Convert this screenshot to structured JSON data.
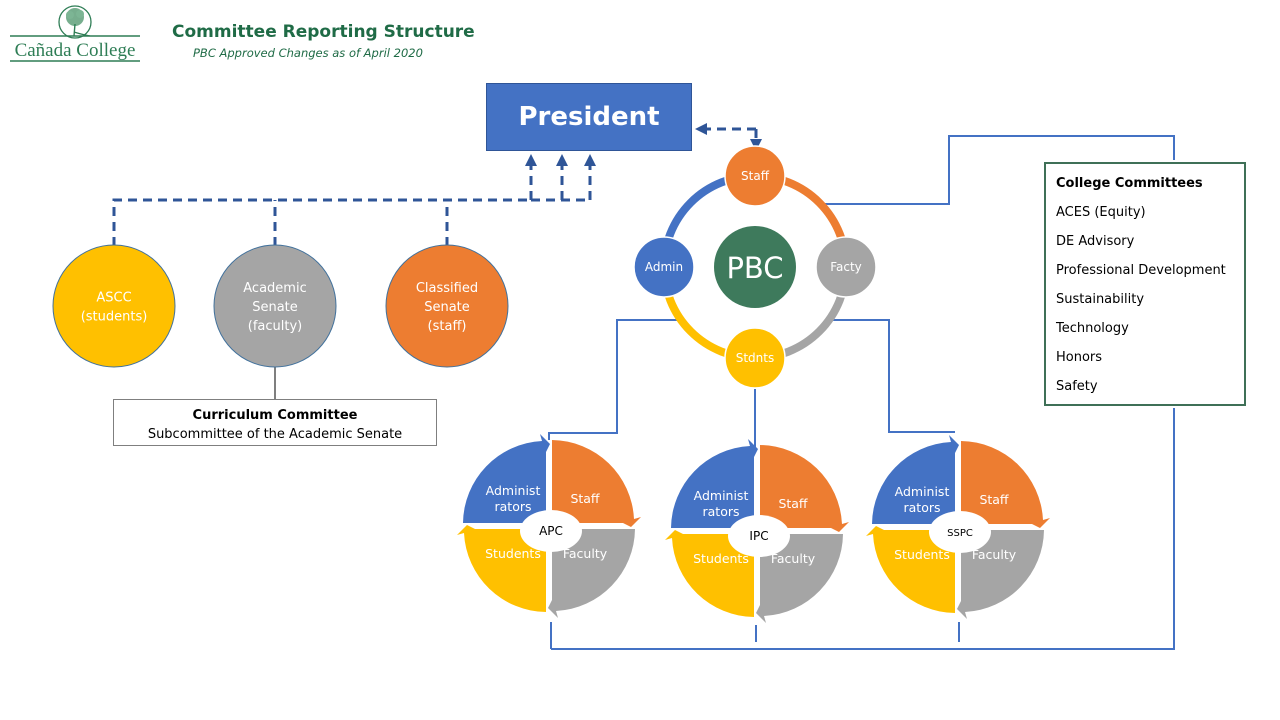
{
  "header": {
    "logo_text": "Cañada College",
    "title": "Committee Reporting Structure",
    "subtitle": "PBC Approved Changes as of April 2020"
  },
  "colors": {
    "brand_green": "#1f6b46",
    "blue": "#4472c4",
    "dark_blue_dash": "#2f5597",
    "orange": "#ed7d31",
    "gray": "#a5a5a5",
    "gold": "#ffc000",
    "pbc_green": "#3e7a5c"
  },
  "president": {
    "label": "President"
  },
  "senates": [
    {
      "lines": [
        "ASCC",
        "(students)"
      ],
      "color": "#ffc000"
    },
    {
      "lines": [
        "Academic",
        "Senate",
        "(faculty)"
      ],
      "color": "#a5a5a5"
    },
    {
      "lines": [
        "Classified",
        "Senate",
        "(staff)"
      ],
      "color": "#ed7d31"
    }
  ],
  "curriculum": {
    "title": "Curriculum Committee",
    "subtitle": "Subcommittee of the Academic Senate"
  },
  "pbc": {
    "center": "PBC",
    "nodes": [
      {
        "label": "Staff",
        "color": "#ed7d31"
      },
      {
        "label": "Facty",
        "color": "#a5a5a5"
      },
      {
        "label": "Stdnts",
        "color": "#ffc000"
      },
      {
        "label": "Admin",
        "color": "#4472c4"
      }
    ]
  },
  "college_committees": {
    "heading": "College Committees",
    "items": [
      "ACES (Equity)",
      "DE Advisory",
      "Professional Development",
      "Sustainability",
      "Technology",
      "Honors",
      "Safety"
    ]
  },
  "planning_councils": [
    {
      "name": "APC",
      "quadrants": {
        "admin": [
          "Administ",
          "rators"
        ],
        "staff": "Staff",
        "students": "Students",
        "faculty": "Faculty"
      }
    },
    {
      "name": "IPC",
      "quadrants": {
        "admin": [
          "Administ",
          "rators"
        ],
        "staff": "Staff",
        "students": "Students",
        "faculty": "Faculty"
      }
    },
    {
      "name": "SSPC",
      "quadrants": {
        "admin": [
          "Administ",
          "rators"
        ],
        "staff": "Staff",
        "students": "Students",
        "faculty": "Faculty"
      }
    }
  ]
}
